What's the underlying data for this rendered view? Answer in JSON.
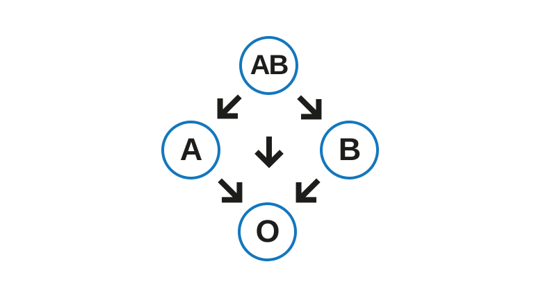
{
  "diagram": {
    "type": "flow-diagram",
    "subject": "blood-type-compatibility",
    "nodes": [
      {
        "id": "AB",
        "label": "AB"
      },
      {
        "id": "A",
        "label": "A"
      },
      {
        "id": "B",
        "label": "B"
      },
      {
        "id": "O",
        "label": "O"
      }
    ],
    "edges": [
      {
        "from": "AB",
        "to": "A",
        "direction": "down-left"
      },
      {
        "from": "AB",
        "to": "B",
        "direction": "down-right"
      },
      {
        "from": "AB",
        "to": "O",
        "direction": "down"
      },
      {
        "from": "A",
        "to": "O",
        "direction": "down-right"
      },
      {
        "from": "B",
        "to": "O",
        "direction": "down-left"
      }
    ],
    "colors": {
      "node_stroke": "#1377bd",
      "arrow": "#1d1d1b",
      "text": "#1d1d1b",
      "background": "#ffffff"
    }
  }
}
